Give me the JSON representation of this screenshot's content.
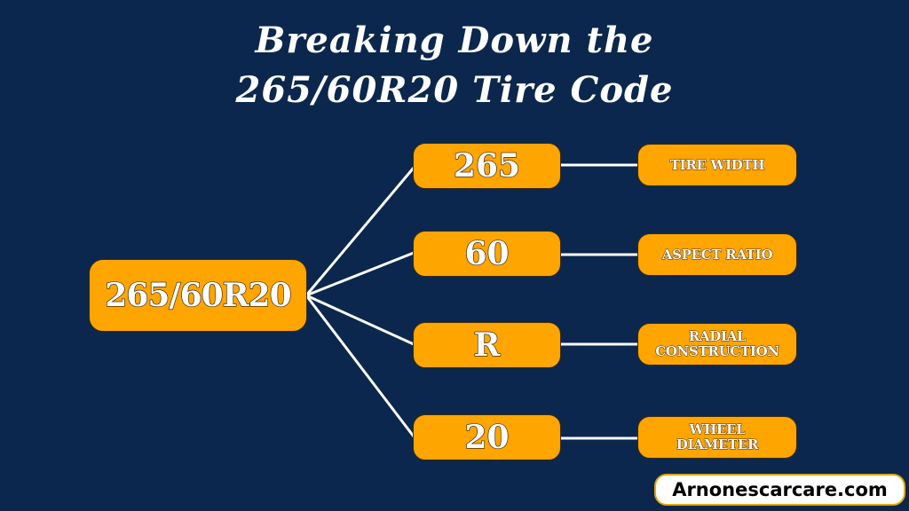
{
  "title": {
    "line1": "Breaking Down the",
    "line2": "265/60R20 Tire Code"
  },
  "hub": {
    "label": "265/60R20"
  },
  "components": [
    {
      "code": "265",
      "meaning_line1": "TIRE WIDTH",
      "meaning_line2": ""
    },
    {
      "code": "60",
      "meaning_line1": "ASPECT RATIO",
      "meaning_line2": ""
    },
    {
      "code": "R",
      "meaning_line1": "RADIAL",
      "meaning_line2": "CONSTRUCTION"
    },
    {
      "code": "20",
      "meaning_line1": "WHEEL",
      "meaning_line2": "DIAMETER"
    }
  ],
  "footer": {
    "website": "Arnonescarcare.com"
  },
  "colors": {
    "background": "#0b274d",
    "box_fill": "#fea500",
    "text": "#ffffff",
    "connector": "#ffffff",
    "footer_border": "#e2a800"
  }
}
